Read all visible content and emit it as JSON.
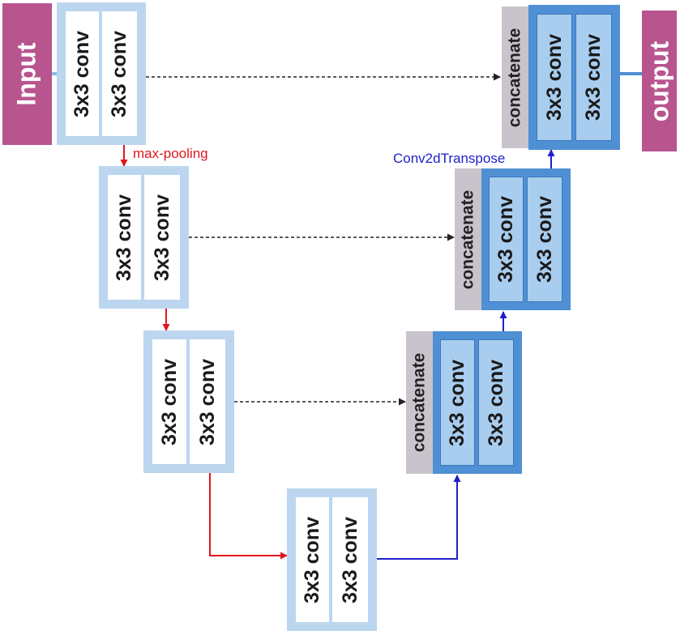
{
  "diagram": {
    "input_label": "Input",
    "output_label": "output",
    "conv_label": "3x3 conv",
    "concat_label": "concatenate",
    "maxpool_label": "max-pooling",
    "upconv_label": "Conv2dTranspose",
    "colors": {
      "io_fill": "#b8548e",
      "encoder_frame": "#bcd6ef",
      "decoder_frame": "#4f8fd3",
      "decoder_cell": "#a9cdee",
      "concat_fill": "#c9c4cb",
      "downsample_arrow": "#e0161e",
      "upsample_arrow": "#1f1fc9",
      "skip_arrow": "#222222",
      "io_connector": "#8cb8e4"
    }
  }
}
